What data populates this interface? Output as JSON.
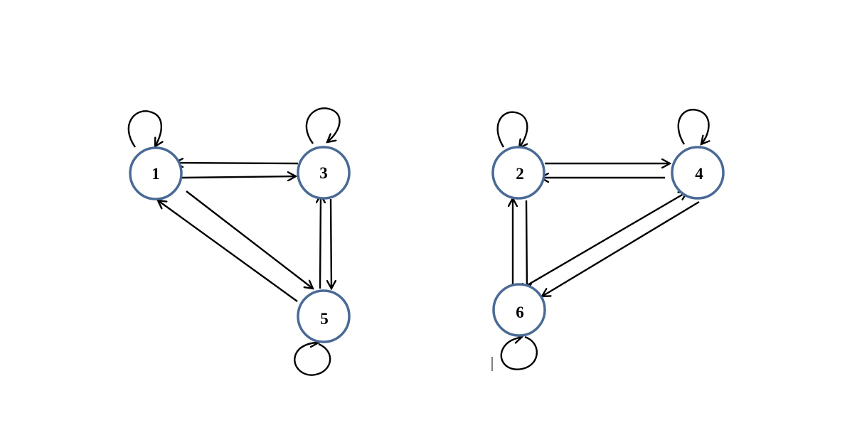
{
  "graphs": [
    {
      "id": "graph-a",
      "nodes": [
        {
          "id": "1",
          "label": "1"
        },
        {
          "id": "3",
          "label": "3"
        },
        {
          "id": "5",
          "label": "5"
        }
      ],
      "edges": [
        {
          "from": "1",
          "to": "3"
        },
        {
          "from": "3",
          "to": "1"
        },
        {
          "from": "1",
          "to": "5"
        },
        {
          "from": "5",
          "to": "1"
        },
        {
          "from": "3",
          "to": "5"
        },
        {
          "from": "5",
          "to": "3"
        },
        {
          "from": "1",
          "to": "1"
        },
        {
          "from": "3",
          "to": "3"
        },
        {
          "from": "5",
          "to": "5"
        }
      ]
    },
    {
      "id": "graph-b",
      "nodes": [
        {
          "id": "2",
          "label": "2"
        },
        {
          "id": "4",
          "label": "4"
        },
        {
          "id": "6",
          "label": "6"
        }
      ],
      "edges": [
        {
          "from": "2",
          "to": "4"
        },
        {
          "from": "4",
          "to": "2"
        },
        {
          "from": "2",
          "to": "6"
        },
        {
          "from": "6",
          "to": "2"
        },
        {
          "from": "4",
          "to": "6"
        },
        {
          "from": "6",
          "to": "4"
        },
        {
          "from": "2",
          "to": "2"
        },
        {
          "from": "4",
          "to": "4"
        },
        {
          "from": "6",
          "to": "6"
        }
      ]
    }
  ],
  "colors": {
    "node_stroke": "#4a6a95",
    "edge": "#000000",
    "label": "#000000"
  }
}
